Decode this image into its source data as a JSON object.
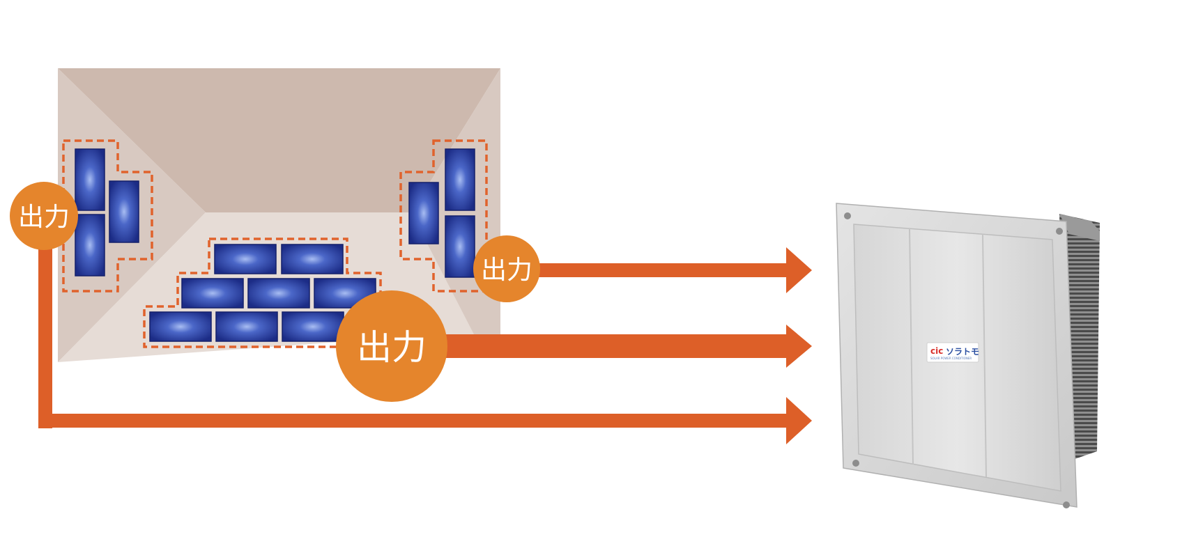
{
  "output_badges": {
    "left": "出力",
    "right": "出力",
    "center": "出力"
  },
  "device": {
    "brand_logo": "cic",
    "brand_name": "ソラトモ",
    "brand_sub": "SOLAR POWER CONDITIONER"
  },
  "colors": {
    "arrow": "#dd5f28",
    "badge": "#e5852c",
    "panel_dash": "#e0622c",
    "roof_top": "#cdb9ae",
    "roof_side": "#d8c9c1",
    "roof_bottom": "#e6dcd6",
    "panel_blue": "#1c2c86"
  }
}
